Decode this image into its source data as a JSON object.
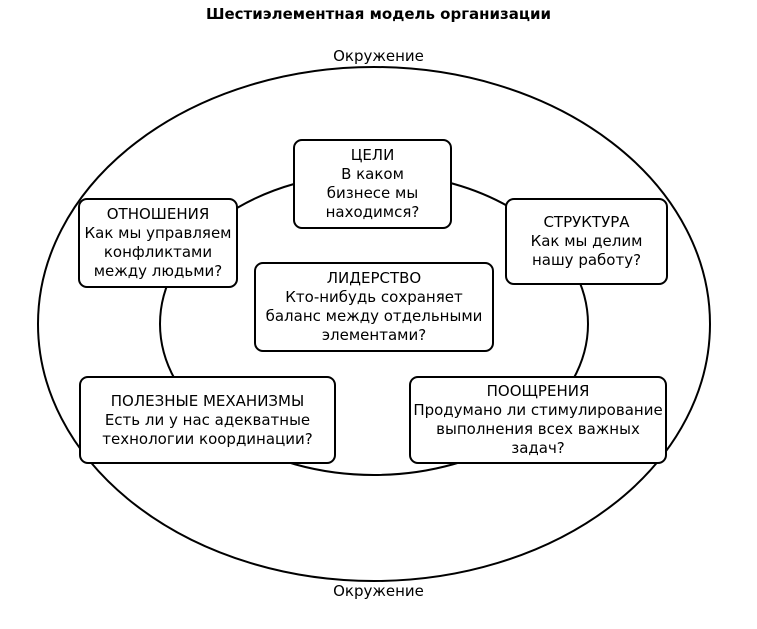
{
  "title": "Шестиэлементная модель организации",
  "environment": {
    "top_label": "Окружение",
    "bottom_label": "Окружение"
  },
  "elements": {
    "goals": {
      "head": "ЦЕЛИ",
      "body": "В каком бизнесе мы находимся?"
    },
    "structure": {
      "head": "СТРУКТУРА",
      "body": "Как мы делим нашу работу?"
    },
    "relations": {
      "head": "ОТНОШЕНИЯ",
      "body": "Как мы управляем конфликтами между людьми?"
    },
    "leadership": {
      "head": "ЛИДЕРСТВО",
      "body": "Кто-нибудь сохраняет баланс между отдельными элементами?"
    },
    "mechanisms": {
      "head": "ПОЛЕЗНЫЕ МЕХАНИЗМЫ",
      "body": "Есть ли у нас адекватные технологии координации?"
    },
    "rewards": {
      "head": "ПООЩРЕНИЯ",
      "body": "Продумано ли стимулирование выполнения всех важных задач?"
    }
  }
}
